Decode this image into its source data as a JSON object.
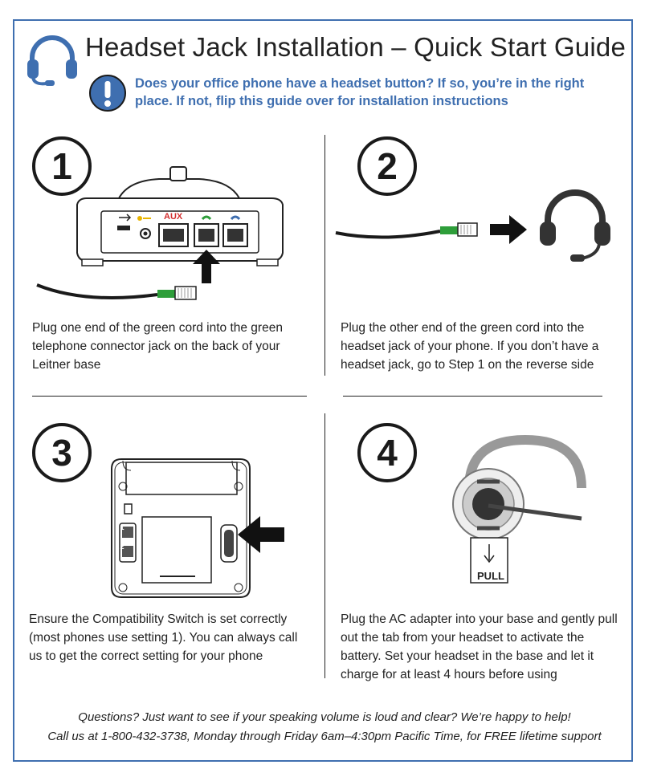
{
  "header": {
    "title": "Headset Jack Installation – Quick Start Guide",
    "subtitle": "Does your office phone have a headset button? If so, you’re in the right place. If not, flip this guide over for installation instructions"
  },
  "steps": [
    {
      "number": "1",
      "text": "Plug one end of the green cord into the green telephone connector jack on the back of your Leitner base"
    },
    {
      "number": "2",
      "text": "Plug the other end of the green cord into the headset jack of your phone. If you don’t have a headset jack, go to Step 1 on the reverse side"
    },
    {
      "number": "3",
      "text": "Ensure the Compatibility Switch is set correctly (most phones use setting 1). You can always call us to get the correct setting for your phone"
    },
    {
      "number": "4",
      "text": "Plug the AC adapter into your base and gently pull out the tab from your headset to activate the battery. Set your headset in the base and let it charge for at least 4 hours before using"
    }
  ],
  "labels": {
    "aux": "AUX",
    "pull": "PULL",
    "switch_1": "1",
    "switch_2": "2"
  },
  "footer": {
    "line1": "Questions? Just want to see if your speaking volume is loud and clear? We’re happy to help!",
    "line2": "Call us at 1-800-432-3738, Monday through Friday 6am–4:30pm Pacific Time, for FREE lifetime support"
  },
  "colors": {
    "accent": "#3f6fb0",
    "cord_green": "#2e9e3a",
    "aux_red": "#d32f2f",
    "usb_yellow": "#e8b400"
  }
}
